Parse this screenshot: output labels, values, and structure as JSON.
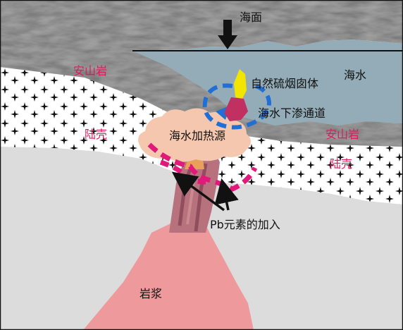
{
  "labels": {
    "sea_surface": "海面",
    "seawater": "海水",
    "andesite_left": "安山岩",
    "andesite_right": "安山岩",
    "crust_left": "陆壳",
    "crust_right": "陆壳",
    "native_sulfur_chimney": "自然硫烟囱体",
    "seawater_infiltration": "海水下渗通道",
    "seawater_heat_source": "海水加热源",
    "pb_addition": "Pb元素的加入",
    "magma": "岩浆"
  },
  "colors": {
    "seawater": "#93acb8",
    "andesite": "#9a9a9a",
    "crust": "#ffffff",
    "basement": "#dcdcdc",
    "heat_source": "#f5c7ae",
    "magma": "#ee9a9c",
    "conduit": "#b7727e",
    "flow_dash": "#e0197a",
    "infiltration_dash": "#1f6fd6",
    "sulfur": "#f2e600",
    "label_red": "#e0195e"
  }
}
